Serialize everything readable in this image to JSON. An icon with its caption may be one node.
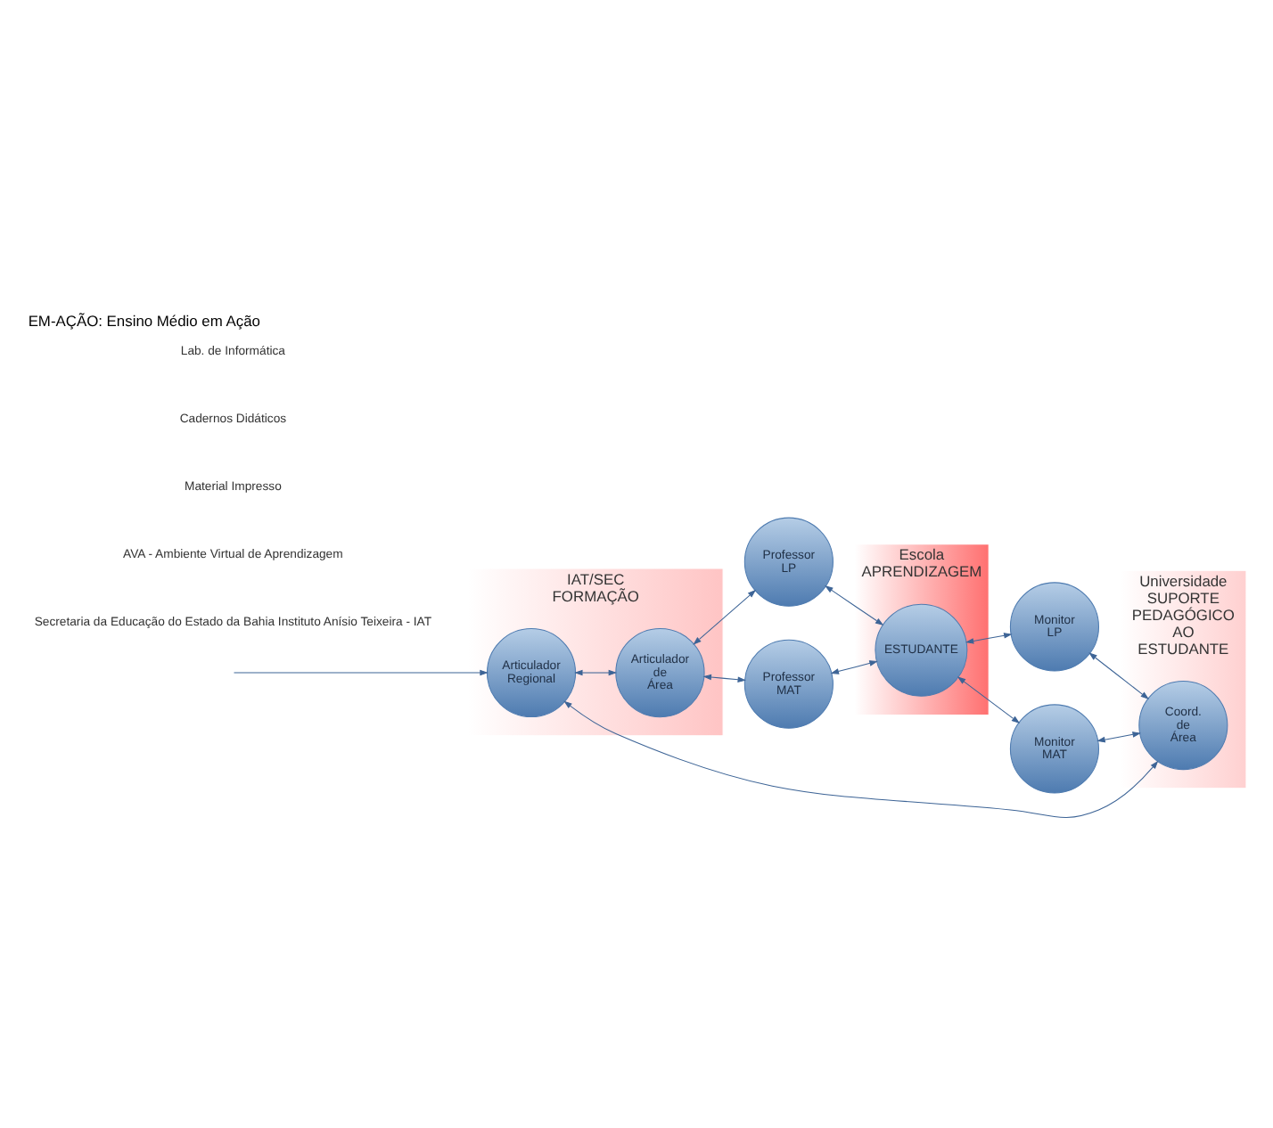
{
  "diagram": {
    "title": "EM-AÇÃO: Ensino Médio em Ação",
    "nodes": [
      {
        "text": [
          "IAT/SEC",
          "FORMAÇÃO"
        ]
      },
      {
        "text": [
          "Escola",
          "APRENDIZAGEM"
        ]
      },
      {
        "text": [
          "Universidade",
          "SUPORTE PEDAGÓGICO AO ESTUDANTE"
        ]
      },
      {
        "text": [
          "Articulador Regional"
        ],
        "in": 0
      },
      {
        "text": [
          "Articulador de Área"
        ],
        "in": 0
      },
      {
        "text": [
          "Professor LP"
        ]
      },
      {
        "text": [
          "Professor MAT"
        ]
      },
      {
        "text": [
          "ESTUDANTE"
        ],
        "in": 1
      },
      {
        "text": [
          "Monitor LP"
        ]
      },
      {
        "text": [
          "Monitor MAT"
        ]
      },
      {
        "text": [
          "Coord. de Área"
        ],
        "in": 2
      }
    ],
    "edges": [
      {
        "from": null,
        "to": 3,
        "arrow": "to"
      },
      {
        "from": 3,
        "to": 4,
        "arrow": "both"
      },
      {
        "from": 4,
        "to": 5,
        "arrow": "both"
      },
      {
        "from": 4,
        "to": 6,
        "arrow": "both"
      },
      {
        "from": 5,
        "to": 7,
        "arrow": "both"
      },
      {
        "from": 6,
        "to": 7,
        "arrow": "both"
      },
      {
        "from": 7,
        "to": 8,
        "arrow": "both"
      },
      {
        "from": 7,
        "to": 9,
        "arrow": "both"
      },
      {
        "from": 8,
        "to": 10,
        "arrow": "both"
      },
      {
        "from": 9,
        "to": 10,
        "arrow": "both"
      },
      {
        "from": 3,
        "to": 10,
        "arrow": "both"
      }
    ],
    "labels": [
      "Secretaria da Educação do Estado da Bahia Instituto Anísio Teixeira - IAT",
      "AVA - Ambiente Virtual de Aprendizagem",
      "Material Impresso",
      "Cadernos Didáticos",
      "Lab. de Informática"
    ]
  }
}
